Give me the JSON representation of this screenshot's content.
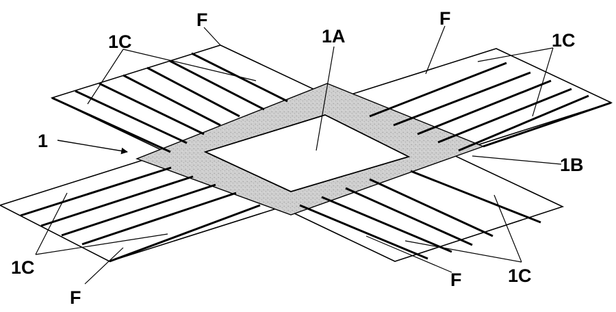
{
  "figure": {
    "labels": {
      "center_opening": "1A",
      "frame": "1B",
      "sheet": "1",
      "strip": "1C",
      "fold": "F"
    },
    "colors": {
      "line": "#000000",
      "sheet_fill": "#ffffff",
      "frame_fill": "#c9c9c9"
    },
    "icons": [
      "arrow-icon"
    ]
  }
}
